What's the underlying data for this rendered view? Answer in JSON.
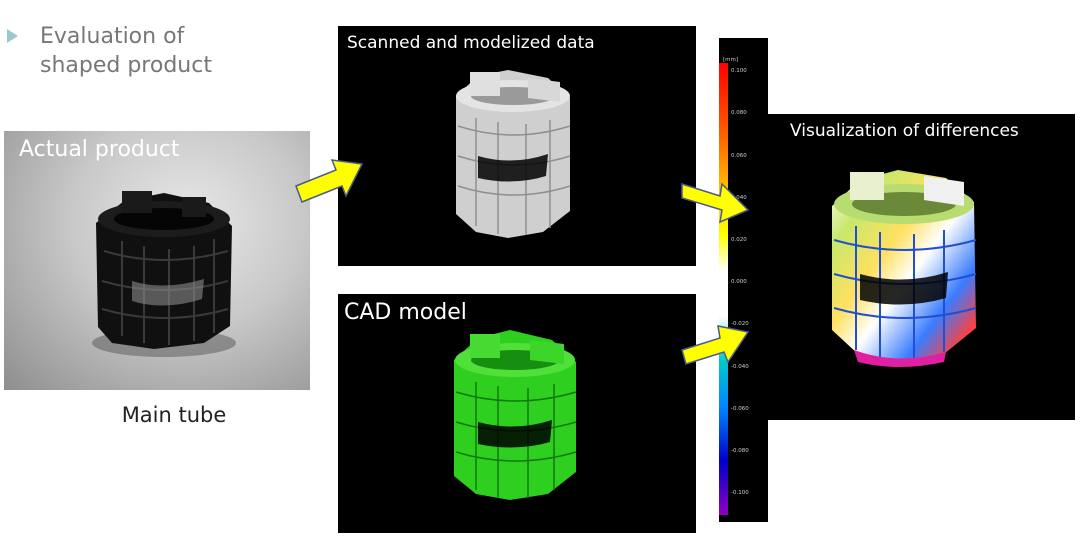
{
  "heading": {
    "line1": "Evaluation of",
    "line2": "shaped product"
  },
  "photo": {
    "label": "Actual product",
    "caption": "Main tube"
  },
  "scan": {
    "label": "Scanned and modelized data"
  },
  "cad": {
    "label": "CAD model"
  },
  "diff": {
    "label": "Visualization of differences"
  },
  "scale": {
    "unit": "[mm]",
    "ticks": [
      "0.100",
      "0.080",
      "0.060",
      "0.040",
      "0.020",
      "0.000",
      "-0.020",
      "-0.040",
      "-0.060",
      "-0.080",
      "-0.100"
    ]
  },
  "colors": {
    "arrow_fill": "#ffff00",
    "arrow_stroke": "#4a5a8a",
    "bullet": "#9cc7cf",
    "scan_model": "#d8d8d8",
    "cad_model": "#2fcf1f",
    "photo_model": "#111111"
  }
}
